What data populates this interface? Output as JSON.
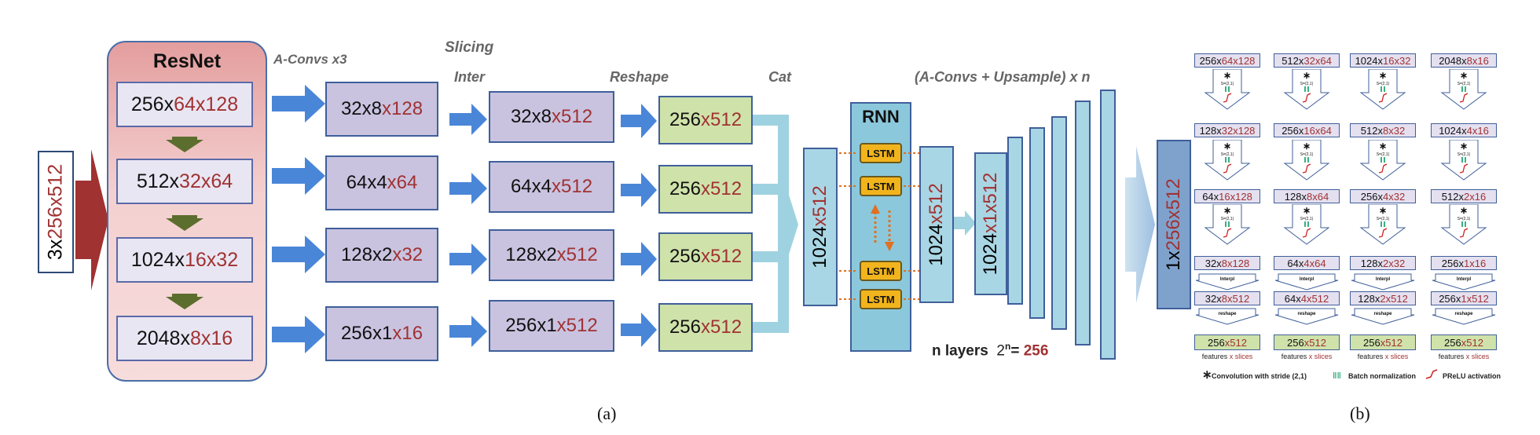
{
  "labels": {
    "input": {
      "a": "3x",
      "b": "256x512"
    },
    "resnet": "ResNet",
    "aconvs": "A-Convs x3",
    "slicing": "Slicing",
    "inter": "Inter",
    "reshape": "Reshape",
    "cat": "Cat",
    "upsample": "(A-Convs + Upsample) x n",
    "rnn": "RNN",
    "lstm": "LSTM",
    "nlayers_a": "n layers",
    "nlayers_b": "2",
    "nlayers_sup": "n",
    "nlayers_c": "= ",
    "nlayers_d": "256",
    "cap_a": "(a)",
    "cap_b": "(b)"
  },
  "resnet_rows": [
    {
      "a": "256x",
      "b": "64x128"
    },
    {
      "a": "512x",
      "b": "32x64"
    },
    {
      "a": "1024x",
      "b": "16x32"
    },
    {
      "a": "2048x",
      "b": "8x16"
    }
  ],
  "aconv_rows": [
    {
      "a": "32x8",
      "b": "x128"
    },
    {
      "a": "64x4",
      "b": "x64"
    },
    {
      "a": "128x2",
      "b": "x32"
    },
    {
      "a": "256x1",
      "b": "x16"
    }
  ],
  "inter_rows": [
    {
      "a": "32x8",
      "b": "x512"
    },
    {
      "a": "64x4",
      "b": "x512"
    },
    {
      "a": "128x2",
      "b": "x512"
    },
    {
      "a": "256x1",
      "b": "x512"
    }
  ],
  "reshape_rows": [
    {
      "a": "256",
      "b": "x512"
    },
    {
      "a": "256",
      "b": "x512"
    },
    {
      "a": "256",
      "b": "x512"
    },
    {
      "a": "256",
      "b": "x512"
    }
  ],
  "cat_box": {
    "a": "1024",
    "b": "x512"
  },
  "rnn_out": {
    "a": "1024",
    "b": "x512"
  },
  "up_box": {
    "a": "1024",
    "b": "x1x512"
  },
  "output": {
    "a": "1x",
    "b": "256x512"
  },
  "panel_b": {
    "columns": [
      {
        "r1a": "256x",
        "r1b": "64x128",
        "r2a": "128x",
        "r2b": "32x128",
        "r3a": "64x",
        "r3b": "16x128",
        "r4a": "32x",
        "r4b": "8x128",
        "r5a": "32x",
        "r5b": "8x512",
        "r6a": "256",
        "r6b": "x512"
      },
      {
        "r1a": "512x",
        "r1b": "32x64",
        "r2a": "256x",
        "r2b": "16x64",
        "r3a": "128x",
        "r3b": "8x64",
        "r4a": "64x",
        "r4b": "4x64",
        "r5a": "64x",
        "r5b": "4x512",
        "r6a": "256",
        "r6b": "x512"
      },
      {
        "r1a": "1024x",
        "r1b": "16x32",
        "r2a": "512x",
        "r2b": "8x32",
        "r3a": "256x",
        "r3b": "4x32",
        "r4a": "128x",
        "r4b": "2x32",
        "r5a": "128x",
        "r5b": "2x512",
        "r6a": "256",
        "r6b": "x512"
      },
      {
        "r1a": "2048x",
        "r1b": "8x16",
        "r2a": "1024x",
        "r2b": "4x16",
        "r3a": "512x",
        "r3b": "2x16",
        "r4a": "256x",
        "r4b": "1x16",
        "r5a": "256x",
        "r5b": "1x512",
        "r6a": "256",
        "r6b": "x512"
      }
    ],
    "conv_label": "S=(2,1)",
    "interpl": "Interpl",
    "reshape": "reshape",
    "features_a": "features ",
    "features_b": "x slices",
    "legend_conv": "Convolution with stride (2,1)",
    "legend_bn": "Batch normalization",
    "legend_prelu": "PReLU activation"
  },
  "colors": {
    "arrow_blue": "#4a86d8",
    "light_blue": "#9fd2e0",
    "purple_box": "#c6c0de",
    "green_box": "#cde2a8",
    "resnet_bg": "#e8a4a4",
    "dark_red_arrow": "#a03232",
    "lstm_orange": "#f2b41c",
    "rnn_blue": "#8cc8dc",
    "output_blue": "#7fa2cc",
    "accent_red": "#a03232"
  }
}
